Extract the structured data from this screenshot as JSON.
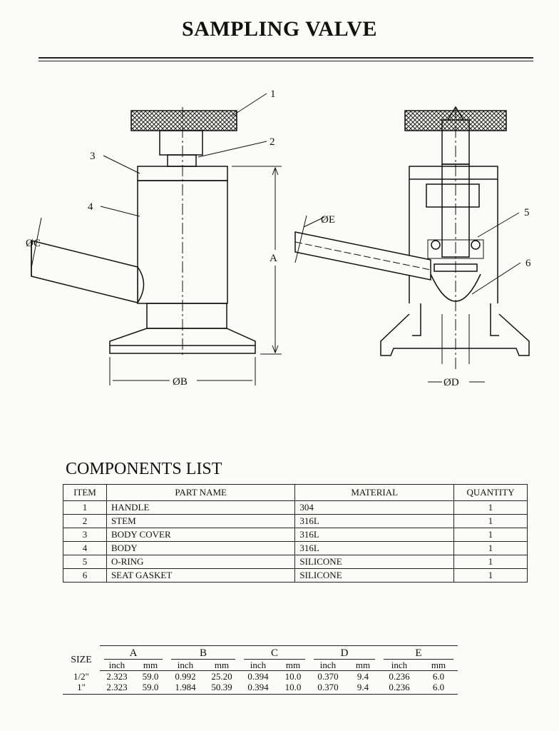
{
  "title": "SAMPLING VALVE",
  "drawing": {
    "callouts": [
      "1",
      "2",
      "3",
      "4",
      "5",
      "6"
    ],
    "dims": {
      "A": "A",
      "B": "ØB",
      "C": "ØC",
      "D": "ØD",
      "E": "ØE"
    }
  },
  "components": {
    "heading": "COMPONENTS LIST",
    "headers": {
      "item": "ITEM",
      "part": "PART NAME",
      "material": "MATERIAL",
      "quantity": "QUANTITY"
    },
    "rows": [
      {
        "item": "1",
        "part": "HANDLE",
        "material": "304",
        "quantity": "1"
      },
      {
        "item": "2",
        "part": "STEM",
        "material": "316L",
        "quantity": "1"
      },
      {
        "item": "3",
        "part": "BODY COVER",
        "material": "316L",
        "quantity": "1"
      },
      {
        "item": "4",
        "part": "BODY",
        "material": "316L",
        "quantity": "1"
      },
      {
        "item": "5",
        "part": "O-RING",
        "material": "SILICONE",
        "quantity": "1"
      },
      {
        "item": "6",
        "part": "SEAT GASKET",
        "material": "SILICONE",
        "quantity": "1"
      }
    ]
  },
  "sizes": {
    "size_label": "SIZE",
    "groups": [
      "A",
      "B",
      "C",
      "D",
      "E"
    ],
    "units": [
      "inch",
      "mm"
    ],
    "rows": [
      {
        "size": "1/2\"",
        "values": [
          "2.323",
          "59.0",
          "0.992",
          "25.20",
          "0.394",
          "10.0",
          "0.370",
          "9.4",
          "0.236",
          "6.0"
        ]
      },
      {
        "size": "1\"",
        "values": [
          "2.323",
          "59.0",
          "1.984",
          "50.39",
          "0.394",
          "10.0",
          "0.370",
          "9.4",
          "0.236",
          "6.0"
        ]
      }
    ]
  }
}
